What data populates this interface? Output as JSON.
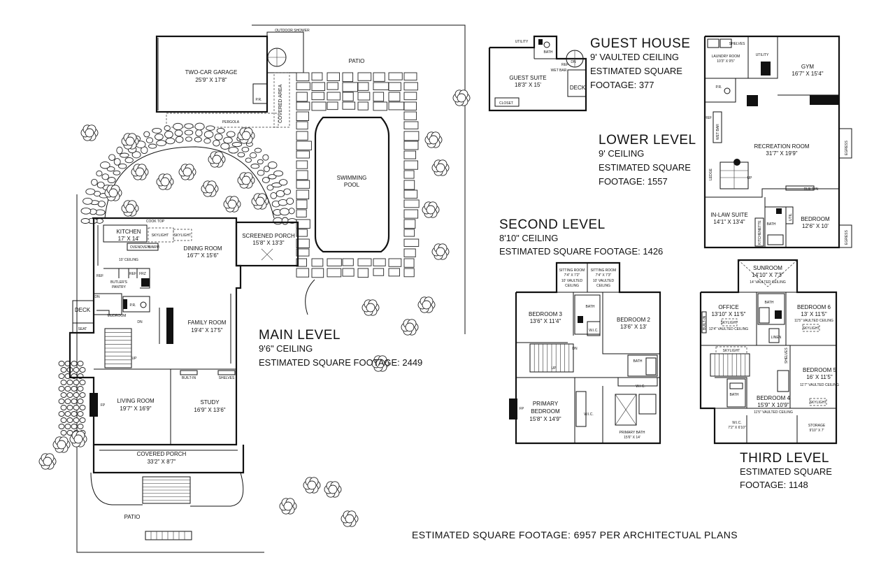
{
  "levels": {
    "main": {
      "title": "MAIN LEVEL",
      "ceiling": "9'6\" CEILING",
      "sqft": "ESTIMATED SQUARE FOOTAGE: 2449"
    },
    "guest": {
      "title": "GUEST HOUSE",
      "ceiling": "9' VAULTED CEILING",
      "sqft_line1": "ESTIMATED SQUARE",
      "sqft_line2": "FOOTAGE: 377"
    },
    "lower": {
      "title": "LOWER LEVEL",
      "ceiling": "9' CEILING",
      "sqft_line1": "ESTIMATED SQUARE",
      "sqft_line2": "FOOTAGE: 1557"
    },
    "second": {
      "title": "SECOND LEVEL",
      "ceiling": "8'10\" CEILING",
      "sqft": "ESTIMATED SQUARE FOOTAGE: 1426"
    },
    "third": {
      "title": "THIRD LEVEL",
      "sqft_line1": "ESTIMATED SQUARE",
      "sqft_line2": "FOOTAGE: 1148"
    }
  },
  "footer": "ESTIMATED SQUARE FOOTAGE: 6957 PER ARCHITECTUAL PLANS",
  "main_rooms": {
    "garage": {
      "name": "TWO-CAR GARAGE",
      "dim": "25'9\" X 17'8\""
    },
    "patio_top": {
      "name": "PATIO"
    },
    "outdoor_shower": {
      "name": "OUTDOOR SHOWER"
    },
    "covered_area": {
      "name": "COVERED AREA"
    },
    "pergola": {
      "name": "PERGOLA"
    },
    "pool_1": "SWIMMING",
    "pool_2": "POOL",
    "kitchen": {
      "name": "KITCHEN",
      "dim": "17' X 14'"
    },
    "cook_top": "COOK TOP",
    "skylight": "SKYLIGHT",
    "oven1": "OVEN",
    "oven2": "OVEN",
    "warm": "WARM",
    "ceiling_10": "10' CEILING",
    "dining": {
      "name": "DINING ROOM",
      "dim": "16'7\" X 15'6\""
    },
    "screened_porch": {
      "name": "SCREENED PORCH",
      "dim": "15'8\" X 13'3\""
    },
    "butlers_pantry_1": "BUTLER'S",
    "butlers_pantry_2": "PANTRY",
    "ref": "REF",
    "frz": "FRZ",
    "pr": "P.R.",
    "deck": "DECK",
    "mudroom": "MUDROOM",
    "seat": "SEAT",
    "dn": "DN",
    "up": "UP",
    "family": {
      "name": "FAMILY ROOM",
      "dim": "19'4\" X 17'5\""
    },
    "living": {
      "name": "LIVING ROOM",
      "dim": "19'7\" X 16'9\""
    },
    "fp": "FP",
    "study": {
      "name": "STUDY",
      "dim": "16'9\" X 13'6\""
    },
    "built_in": "BUILT-IN",
    "shelves": "SHELVES",
    "covered_porch": {
      "name": "COVERED PORCH",
      "dim": "33'2\" X 8'7\""
    },
    "patio_bottom": {
      "name": "PATIO"
    }
  },
  "guest_rooms": {
    "utility": "UTILITY",
    "bath": "BATH",
    "wet_bar": "WET BAR",
    "ref": "REF",
    "suite": {
      "name": "GUEST SUITE",
      "dim": "18'3\" X 15'"
    },
    "closet": "CLOSET",
    "deck": "DECK",
    "dn": "DN"
  },
  "lower_rooms": {
    "laundry": {
      "name": "LAUNDRY ROOM",
      "dim": "10'3\" X 9'5\""
    },
    "shelves": "SHELVES",
    "utility": "UTILITY",
    "gym": {
      "name": "GYM",
      "dim": "16'7\" X 15'4\""
    },
    "pr": "P.R.",
    "ref": "REF",
    "wet_bar": "WET BAR",
    "recreation": {
      "name": "RECREATION ROOM",
      "dim": "31'7\" X 19'9\""
    },
    "egress": "EGRESS",
    "ledge": "LEDGE",
    "up": "UP",
    "built_in": "BUILT-IN",
    "inlaw": {
      "name": "IN-LAW SUITE",
      "dim": "14'1\" X 13'4\""
    },
    "kitchenette": "KITCHENETTE",
    "bath": "BATH",
    "util": "UTIL",
    "bedroom": {
      "name": "BEDROOM",
      "dim": "12'6\" X 10'"
    }
  },
  "second_rooms": {
    "sitting1": {
      "name": "SITTING ROOM",
      "dim": "7'4\" X 7'2\"",
      "ceiling_1": "10' VAULTED",
      "ceiling_2": "CEILING"
    },
    "sitting2": {
      "name": "SITTING ROOM",
      "dim": "7'4\" X 7'3\"",
      "ceiling_1": "10' VAULTED",
      "ceiling_2": "CEILING"
    },
    "bedroom3": {
      "name": "BEDROOM 3",
      "dim": "13'6\" X 11'4\""
    },
    "bedroom2": {
      "name": "BEDROOM 2",
      "dim": "13'6\" X 13'"
    },
    "bath": "BATH",
    "wic": "W.I.C.",
    "dn": "DN",
    "up": "UP",
    "fp": "FP",
    "primary_bed": {
      "name_1": "PRIMARY",
      "name_2": "BEDROOM",
      "dim": "15'8\" X 14'9\""
    },
    "primary_bath": {
      "name": "PRIMARY BATH",
      "dim": "15'6\" X 14'"
    }
  },
  "third_rooms": {
    "sunroom": {
      "name": "SUNROOM",
      "dim": "14'10\" X 7'3\"",
      "ceiling": "14' VAULTED CEILING"
    },
    "office": {
      "name": "OFFICE",
      "dim": "13'10\" X 11'5\"",
      "ceiling": "12'4\" VAULTED CEILING"
    },
    "bedroom6": {
      "name": "BEDROOM 6",
      "dim": "13' X 11'5\"",
      "ceiling": "11'5\" VAULTED CEILING"
    },
    "bedroom5": {
      "name": "BEDROOM 5",
      "dim": "16' X 11'5\"",
      "ceiling": "11'7\" VAULTED CEILING"
    },
    "bedroom4": {
      "name": "BEDROOM 4",
      "dim": "15'9\" X 10'9\"",
      "ceiling": "11'5\" VAULTED CEILING"
    },
    "storage": {
      "name": "STORAGE",
      "dim": "9'10\" X 7'"
    },
    "wic": {
      "name": "W.I.C.",
      "dim": "7'2\" X 6'10\""
    },
    "bath": "BATH",
    "linen": "LINEN",
    "skylight": "SKYLIGHT",
    "shelves": "SHELVES",
    "built_in": "BUILT-IN"
  }
}
